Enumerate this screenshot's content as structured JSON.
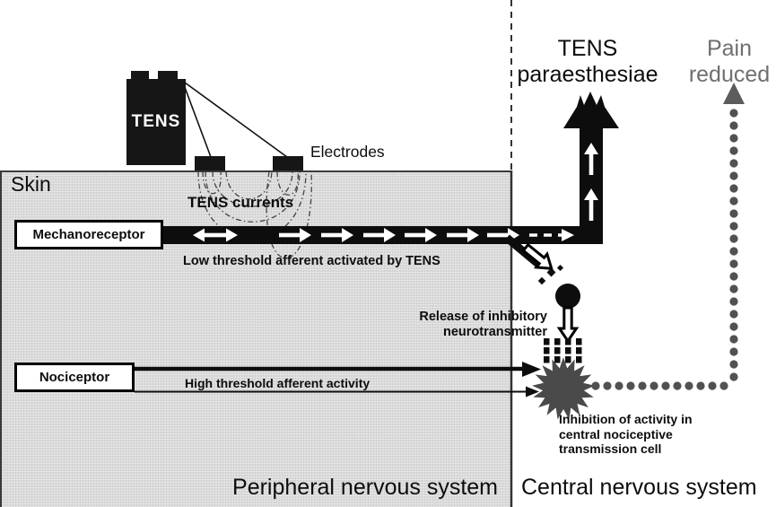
{
  "stimulator": {
    "label": "TENS"
  },
  "electrodes": {
    "label": "Electrodes"
  },
  "skin": {
    "label": "Skin",
    "currents_label": "TENS currents",
    "region_label": "Peripheral nervous system"
  },
  "central": {
    "region_label": "Central nervous system"
  },
  "mechanoreceptor": {
    "box_label": "Mechanoreceptor",
    "pathway_label": "Low threshold afferent activated by TENS"
  },
  "nociceptor": {
    "box_label": "Nociceptor",
    "pathway_label": "High threshold afferent activity"
  },
  "outcomes": {
    "paraesthesiae_line1": "TENS",
    "paraesthesiae_line2": "paraesthesiae",
    "pain_line1": "Pain",
    "pain_line2": "reduced"
  },
  "interneuron": {
    "release_line1": "Release of inhibitory",
    "release_line2": "neurotransmitter"
  },
  "transmission_cell": {
    "line1": "Inhibition of activity in",
    "line2": "central nociceptive",
    "line3": "transmission cell"
  },
  "colors": {
    "skin_fill": "#dadada",
    "ink": "#0d0d0d",
    "muted_gray_text": "#6f6f6f",
    "burst_gray": "#4a4a4a",
    "dot_gray": "#515151"
  }
}
